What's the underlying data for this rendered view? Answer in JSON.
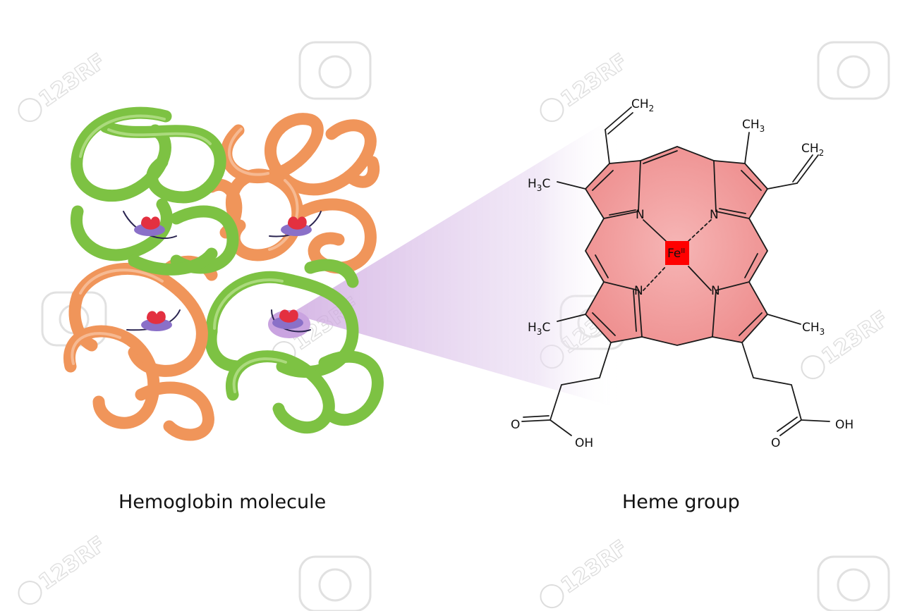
{
  "captions": {
    "left": "Hemoglobin molecule",
    "right": "Heme group"
  },
  "heme_labels": {
    "fe": "Fe",
    "fe_charge": "II",
    "nitrogen": "N",
    "ch2": "CH",
    "ch3": "CH",
    "h3c_h": "H",
    "h3c_c": "C",
    "sub2": "2",
    "sub3": "3",
    "oxygen": "O",
    "oh": "OH"
  },
  "watermark": "123RF",
  "colors": {
    "green_chain": "#7dc243",
    "orange_chain": "#f0955a",
    "heme_ring": "#f29a9a",
    "iron": "#ff0000",
    "zoom_cone": "#d9b8e6",
    "heme_disc": "#8a70c8",
    "oxygen": "#e33040"
  }
}
